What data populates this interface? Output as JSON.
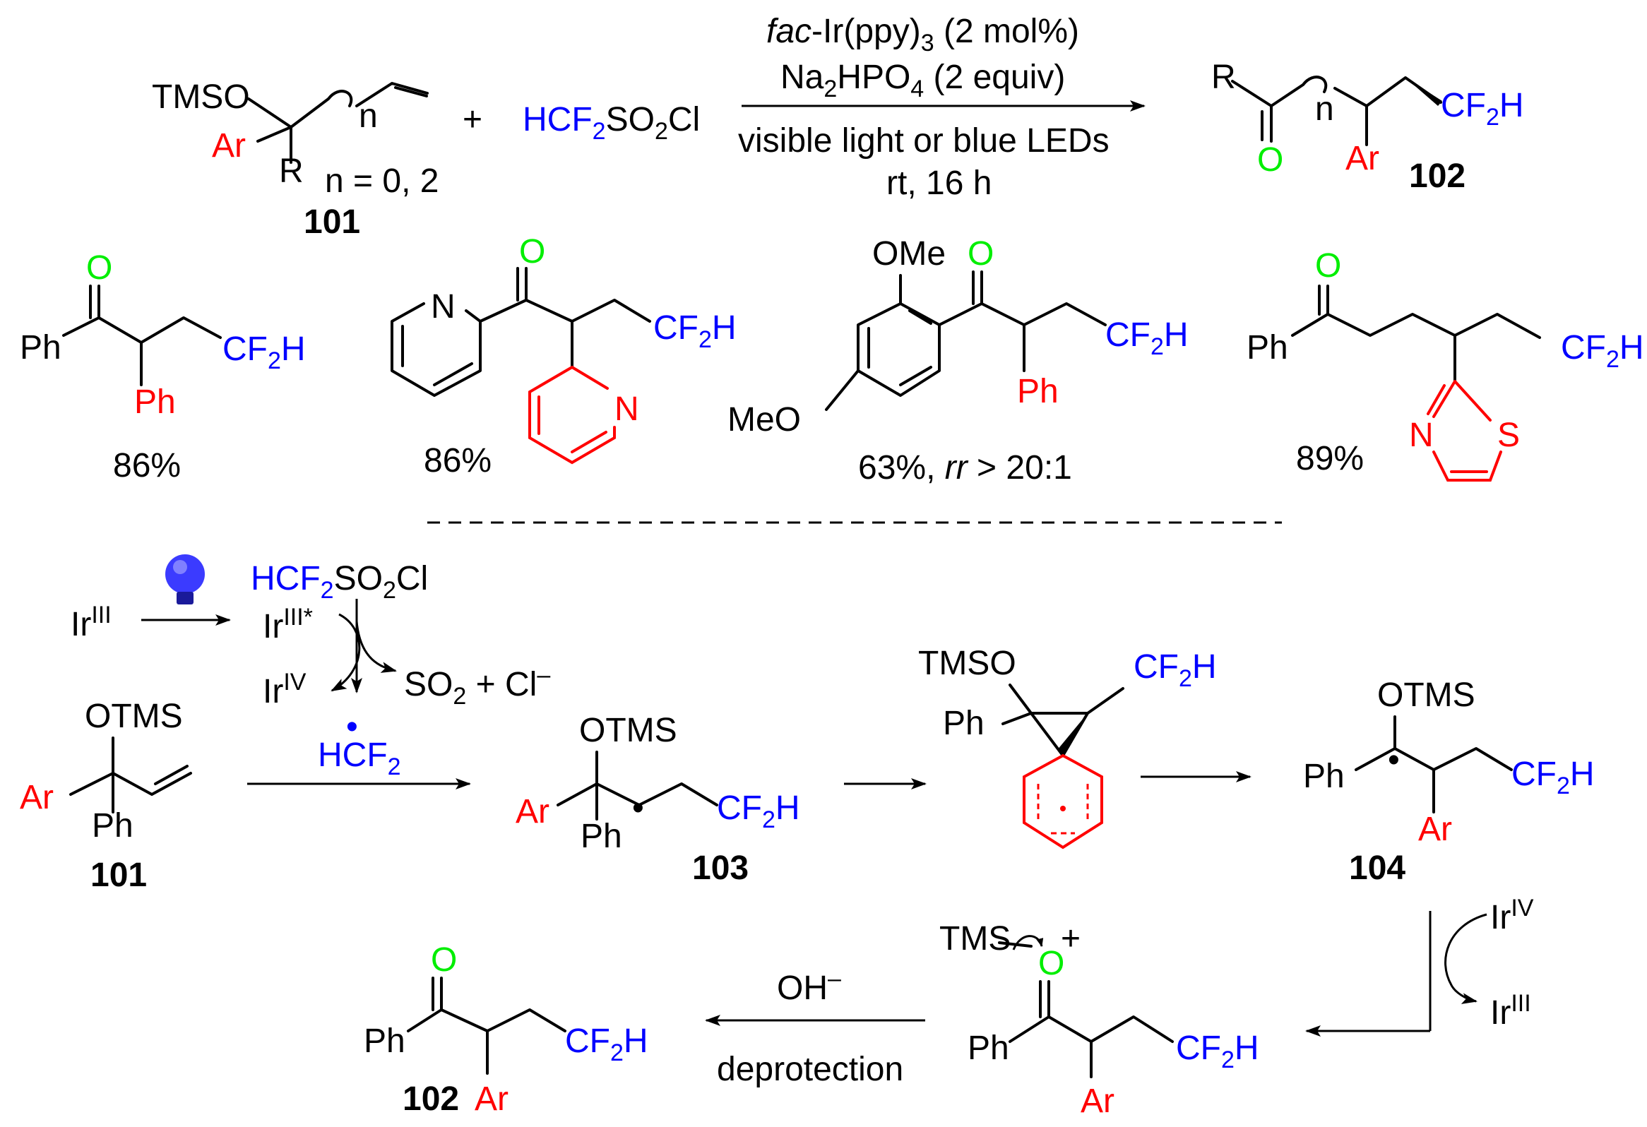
{
  "reaction": {
    "reactant": {
      "tmso": "TMSO",
      "ar": "Ar",
      "r": "R",
      "n": "n",
      "n_values": "n = 0, 2",
      "number": "101"
    },
    "plus": "+",
    "reagent": {
      "prefix": "HCF",
      "sub2": "2",
      "mid": "SO",
      "sub2b": "2",
      "suffix": "Cl"
    },
    "conditions": {
      "catalyst_italic": "fac",
      "catalyst_rest": "-Ir(ppy)",
      "catalyst_sub": "3",
      "catalyst_load": " (2 mol%)",
      "base": "Na",
      "base_sub": "2",
      "base_mid": "HPO",
      "base_sub2": "4",
      "base_equiv": " (2 equiv)",
      "light": "visible light or blue LEDs",
      "temp_time": "rt, 16 h"
    },
    "product": {
      "r": "R",
      "o": "O",
      "n": "n",
      "ar": "Ar",
      "cf2h": "CF",
      "cf2h_sub": "2",
      "cf2h_end": "H",
      "number": "102"
    }
  },
  "examples": [
    {
      "ph": "Ph",
      "o": "O",
      "sub": "Ph",
      "yield": "86%"
    },
    {
      "n1": "N",
      "o": "O",
      "n2": "N",
      "yield": "86%"
    },
    {
      "ome": "OMe",
      "meo": "MeO",
      "o": "O",
      "ph": "Ph",
      "yield_prefix": "63%, ",
      "rr": "rr",
      "yield_suffix": " > 20:1"
    },
    {
      "ph": "Ph",
      "o": "O",
      "n": "N",
      "s": "S",
      "yield": "89%"
    }
  ],
  "cf2h_label": {
    "main": "CF",
    "sub": "2",
    "end": "H"
  },
  "mechanism": {
    "ir3": "Ir",
    "ir3_sup": "III",
    "ir3_star_sup": "III*",
    "ir4": "Ir",
    "ir4_sup": "IV",
    "reagent": "HCF",
    "reagent_sub": "2",
    "reagent_mid": "SO",
    "reagent_sub2": "2",
    "reagent_end": "Cl",
    "byproduct": "SO",
    "byproduct_sub": "2",
    "byproduct_mid": " + Cl",
    "byproduct_sup": "–",
    "radical": "HCF",
    "radical_sub": "2",
    "radical_dot": "•",
    "otms": "OTMS",
    "tmso": "TMSO",
    "tms": "TMS",
    "ar": "Ar",
    "ph": "Ph",
    "o": "O",
    "plus_charge": "+",
    "oh": "OH",
    "oh_sup": "–",
    "deprotection": "deprotection",
    "labels": {
      "s101": "101",
      "s103": "103",
      "s104": "104",
      "s102": "102"
    }
  },
  "colors": {
    "blue": "#0000ff",
    "red": "#ff0000",
    "green": "#00ee00",
    "black": "#000000"
  }
}
